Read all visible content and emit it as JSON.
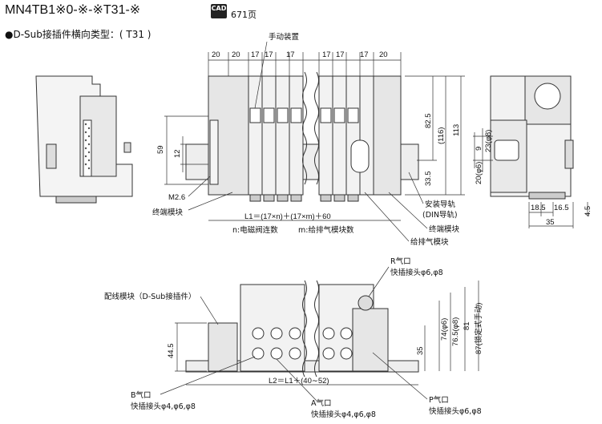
{
  "header": {
    "model": "MN4TB1※0-※-※T31-※",
    "cad_badge": "CAD",
    "cad_page": "671页",
    "subtitle": "●D-Sub接插件横向类型：( T31 )"
  },
  "top_view": {
    "top_dims": [
      "20",
      "20",
      "17",
      "17",
      "17",
      "17",
      "17",
      "17",
      "20"
    ],
    "manual_override": "手动装置",
    "right_heights": [
      "82.5",
      "(116)",
      "113",
      "33.5"
    ],
    "left_dims": [
      "59",
      "12"
    ],
    "m26": "M2.6",
    "end_block": "终端模块",
    "l1_formula": "L1＝(17×n)＋(17×m)＋60",
    "n_note": "n:电磁阀连数",
    "m_note": "m:给排气模块数",
    "din_rail": "安装导轨",
    "din_rail2": "(DIN导轨)",
    "end_block2": "终端模块",
    "supply_exhaust": "给排气模块"
  },
  "side_view": {
    "right_dims": [
      "23(φ8)",
      "20(φ6)"
    ],
    "small_dim": "9",
    "bottom_dims": [
      "18.5",
      "16.5",
      "35"
    ],
    "right_45": "4.5"
  },
  "front_view": {
    "r_port": "R气口",
    "r_fitting": "快插接头φ6,φ8",
    "wiring": "配线模块（D-Sub接插件）",
    "h_left": "44.5",
    "h_35": "35",
    "h_74": "74(φ6)",
    "h_765": "76.5(φ8)",
    "h_81": "81",
    "h_87": "87(锁定式手动)",
    "l2_formula": "L2＝L1＋(40∼52)",
    "b_port": "B气口",
    "b_fitting": "快插接头φ4,φ6,φ8",
    "a_port": "A气口",
    "a_fitting": "快插接头φ4,φ6,φ8",
    "p_port": "P气口",
    "p_fitting": "快插接头φ6,φ8"
  }
}
